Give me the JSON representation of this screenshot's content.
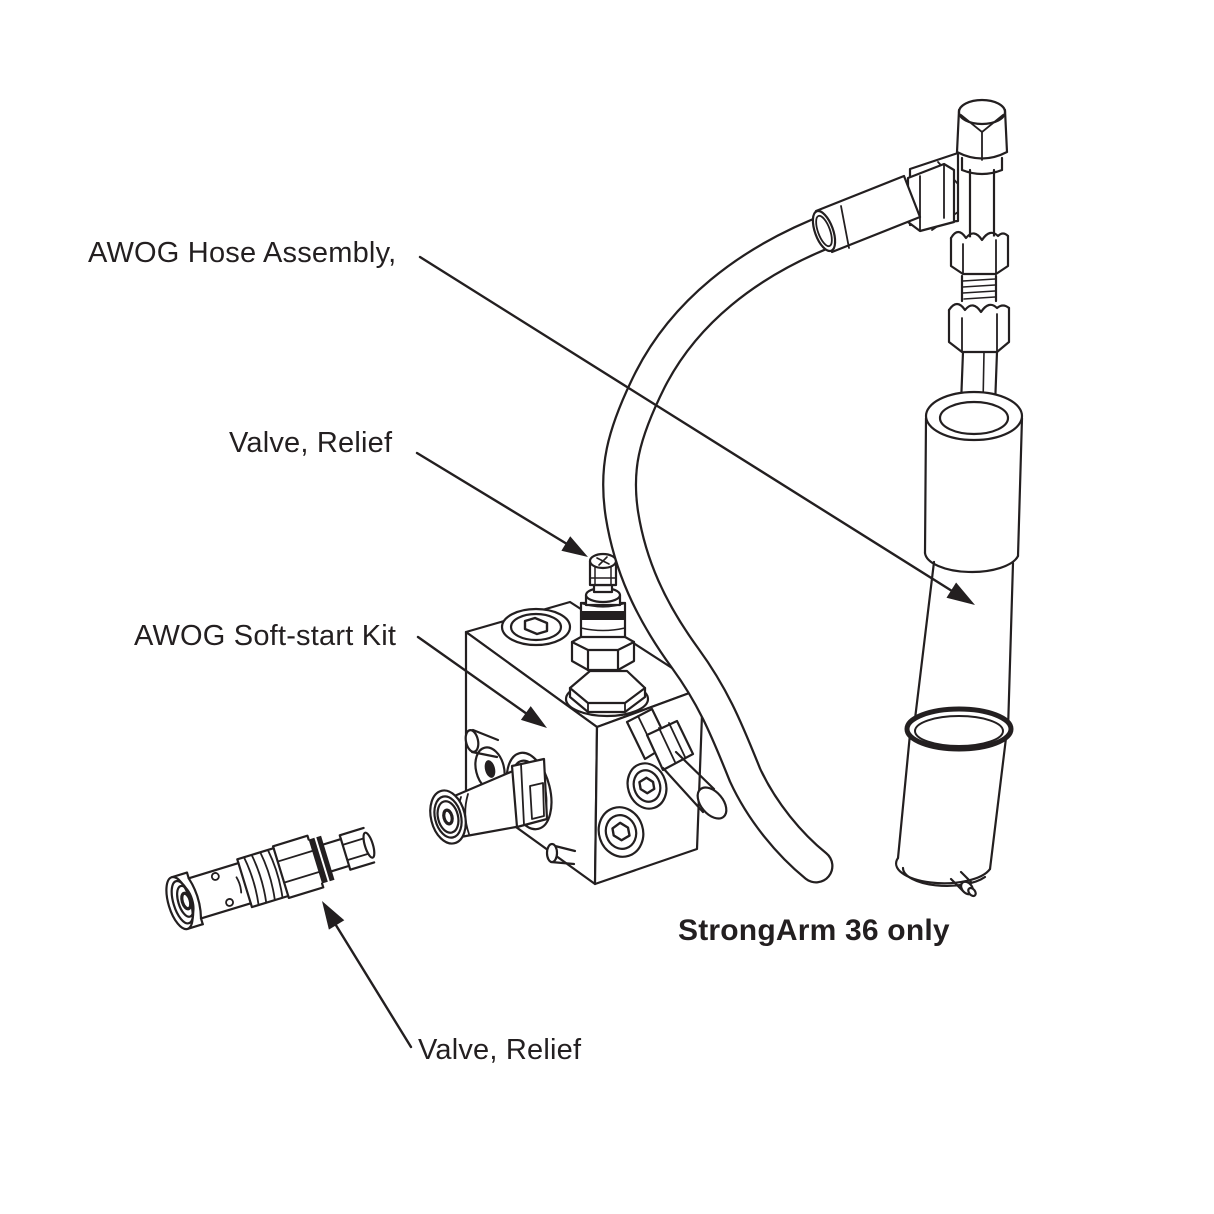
{
  "labels": {
    "hose_assembly": "AWOG Hose Assembly,",
    "valve_relief_top": "Valve, Relief",
    "soft_start_kit": "AWOG Soft-start Kit",
    "valve_relief_bottom": "Valve, Relief",
    "strongarm_note": "StrongArm 36 only"
  },
  "colors": {
    "ink": "#231f20",
    "background": "#ffffff"
  }
}
